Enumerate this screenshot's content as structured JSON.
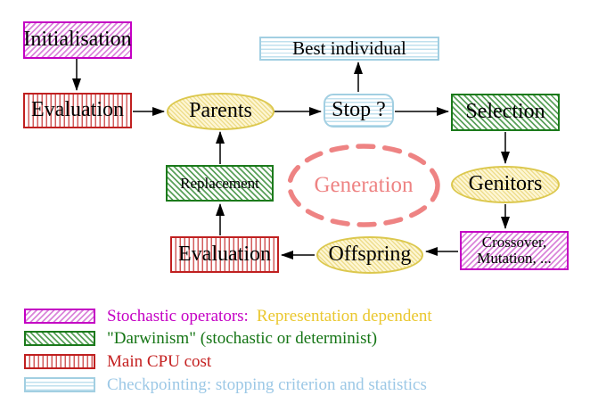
{
  "nodes": {
    "initialisation": "Initialisation",
    "evaluation_top": "Evaluation",
    "parents": "Parents",
    "best_individual": "Best individual",
    "stop": "Stop ?",
    "selection": "Selection",
    "genitors": "Genitors",
    "crossover_line1": "Crossover,",
    "crossover_line2": "Mutation, ...",
    "offspring": "Offspring",
    "evaluation_bottom": "Evaluation",
    "replacement": "Replacement",
    "generation": "Generation"
  },
  "legend": {
    "rows": [
      {
        "swatch": "magenta-diagonal-hatch",
        "parts": [
          {
            "text": "Stochastic operators:",
            "color": "#c400c4"
          },
          {
            "text": "Representation dependent",
            "color": "#eac72e"
          }
        ]
      },
      {
        "swatch": "green-diagonal-hatch",
        "text": "\"Darwinism\" (stochastic or determinist)",
        "color": "#157515"
      },
      {
        "swatch": "red-vertical-stripes",
        "text": "Main CPU cost",
        "color": "#c41f1f"
      },
      {
        "swatch": "cyan-horizontal-stripes",
        "text": "Checkpointing: stopping criterion and statistics",
        "color": "#9cc8e6"
      }
    ]
  },
  "colors": {
    "magenta": "#c400c4",
    "green": "#1b7a1b",
    "red": "#c02020",
    "cyan": "#a2cfe2",
    "yellow_ellipse_border": "#dcc84e",
    "generation_coral": "#ee8383",
    "arrow_black": "#000000"
  }
}
